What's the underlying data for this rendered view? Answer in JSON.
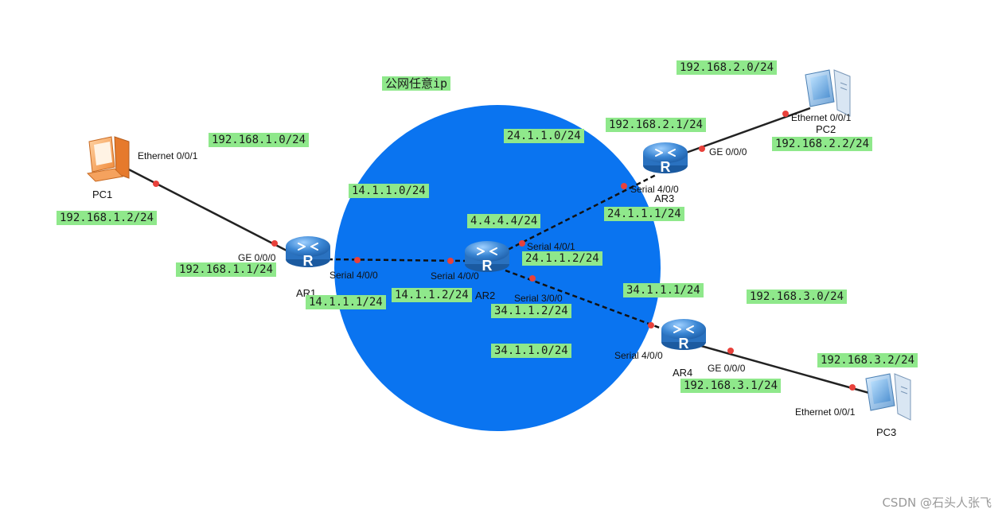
{
  "cloud_label": "公网任意ip",
  "devices": {
    "pc1": "PC1",
    "pc2": "PC2",
    "pc3": "PC3",
    "ar1": "AR1",
    "ar2": "AR2",
    "ar3": "AR3",
    "ar4": "AR4"
  },
  "ports": {
    "pc1_eth": "Ethernet 0/0/1",
    "ar1_ge": "GE 0/0/0",
    "ar1_s": "Serial 4/0/0",
    "ar2_s400": "Serial 4/0/0",
    "ar2_s401": "Serial 4/0/1",
    "ar2_s300": "Serial 3/0/0",
    "ar3_s": "Serial 4/0/0",
    "ar3_ge": "GE 0/0/0",
    "pc2_eth": "Ethernet 0/0/1",
    "ar4_s": "Serial 4/0/0",
    "ar4_ge": "GE 0/0/0",
    "pc3_eth": "Ethernet 0/0/1"
  },
  "addresses": {
    "net_192_168_1": "192.168.1.0/24",
    "pc1_ip": "192.168.1.2/24",
    "ar1_ge_ip": "192.168.1.1/24",
    "net_14": "14.1.1.0/24",
    "ar1_s_ip": "14.1.1.1/24",
    "ar2_s400_ip": "14.1.1.2/24",
    "ar2_loopback": "4.4.4.4/24",
    "net_24": "24.1.1.0/24",
    "ar2_s401_ip": "24.1.1.2/24",
    "ar3_s_ip": "24.1.1.1/24",
    "ar3_ge_ip": "192.168.2.1/24",
    "net_192_168_2": "192.168.2.0/24",
    "pc2_ip": "192.168.2.2/24",
    "ar2_s300_ip": "34.1.1.2/24",
    "net_34": "34.1.1.0/24",
    "ar4_s_ip": "34.1.1.1/24",
    "net_192_168_3": "192.168.3.0/24",
    "ar4_ge_ip": "192.168.3.1/24",
    "pc3_ip": "192.168.3.2/24"
  },
  "colors": {
    "cloud": "#0a74f0",
    "label_bg": "#8fe88b",
    "port_dot": "#e8413b",
    "router": "#3a86d4"
  },
  "watermark": "CSDN @石头人张飞"
}
